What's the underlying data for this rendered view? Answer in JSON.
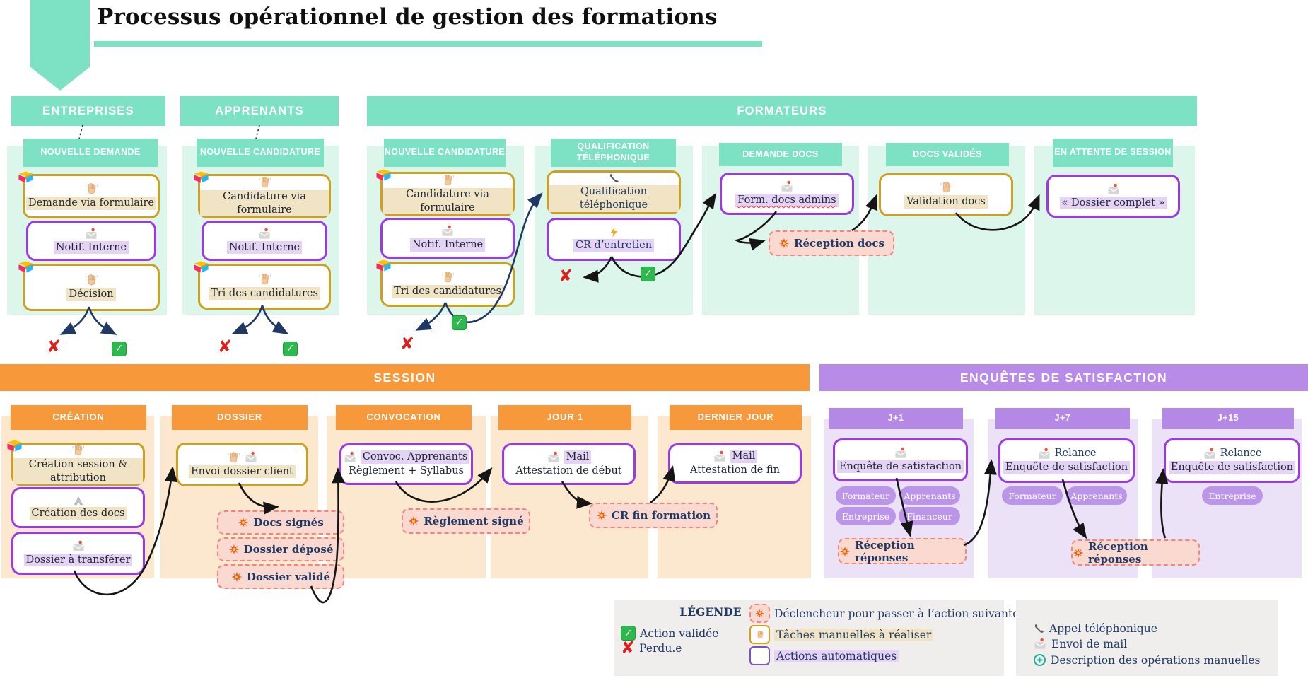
{
  "title": "Processus opérationnel de gestion des formations",
  "bands": {
    "session": "SESSION",
    "satisfaction": "ENQUÊTES DE SATISFACTION"
  },
  "groups": [
    {
      "label": "ENTREPRISES"
    },
    {
      "label": "APPRENANTS"
    },
    {
      "label": "FORMATEURS"
    }
  ],
  "columns": [
    {
      "header": "NOUVELLE DEMANDE",
      "boxes": [
        {
          "style": "manual",
          "corner": "airtable",
          "top_icons": [
            "hand"
          ],
          "lines": [
            {
              "text": "Demande via formulaire",
              "hl": "tan"
            }
          ]
        },
        {
          "style": "auto",
          "top_icons": [
            "mail"
          ],
          "lines": [
            {
              "text": "Notif. Interne",
              "hl": "lav"
            }
          ]
        },
        {
          "style": "manual",
          "corner": "airtable",
          "top_icons": [
            "hand"
          ],
          "lines": [
            {
              "text": "Décision",
              "hl": "tan"
            }
          ]
        }
      ]
    },
    {
      "header": "NOUVELLE CANDIDATURE",
      "boxes": [
        {
          "style": "manual",
          "corner": "airtable",
          "top_icons": [
            "hand"
          ],
          "lines": [
            {
              "text": "Candidature via formulaire",
              "hl": "tan"
            }
          ]
        },
        {
          "style": "auto",
          "top_icons": [
            "mail"
          ],
          "lines": [
            {
              "text": "Notif. Interne",
              "hl": "lav"
            }
          ]
        },
        {
          "style": "manual",
          "corner": "airtable",
          "top_icons": [
            "hand"
          ],
          "lines": [
            {
              "text": "Tri des candidatures",
              "hl": "tan"
            }
          ]
        }
      ]
    },
    {
      "header": "NOUVELLE CANDIDATURE",
      "boxes": [
        {
          "style": "manual",
          "corner": "airtable",
          "top_icons": [
            "hand"
          ],
          "lines": [
            {
              "text": "Candidature via formulaire",
              "hl": "tan"
            }
          ]
        },
        {
          "style": "auto",
          "top_icons": [
            "mail"
          ],
          "lines": [
            {
              "text": "Notif. Interne",
              "hl": "lav"
            }
          ]
        },
        {
          "style": "manual",
          "corner": "airtable",
          "top_icons": [
            "hand"
          ],
          "lines": [
            {
              "text": "Tri des candidatures",
              "hl": "tan"
            }
          ]
        }
      ]
    },
    {
      "header": "QUALIFICATION TÉLÉPHONIQUE",
      "boxes": [
        {
          "style": "manual",
          "top_icons": [
            "phone"
          ],
          "lines": [
            {
              "text": "Qualification téléphonique",
              "hl": "tan",
              "navy": true
            }
          ]
        },
        {
          "style": "auto",
          "top_icons": [
            "bolt"
          ],
          "lines": [
            {
              "text": "CR d’entretien",
              "hl": "lav",
              "navy": true
            }
          ]
        }
      ]
    },
    {
      "header": "DEMANDE DOCS",
      "boxes": [
        {
          "style": "auto",
          "top_icons": [
            "mail"
          ],
          "lines": [
            {
              "text": "Form. docs admins",
              "hl": "lav",
              "squiggle": true
            }
          ]
        }
      ]
    },
    {
      "header": "DOCS VALIDÉS",
      "boxes": [
        {
          "style": "manual",
          "top_icons": [
            "hand"
          ],
          "lines": [
            {
              "text": "Validation docs",
              "hl": "tan"
            }
          ]
        }
      ]
    },
    {
      "header": "EN ATTENTE DE SESSION",
      "boxes": [
        {
          "style": "auto",
          "top_icons": [
            "mail"
          ],
          "lines": [
            {
              "text": "« Dossier complet »",
              "hl": "lav"
            }
          ]
        }
      ]
    }
  ],
  "session_columns": [
    {
      "header": "CRÉATION",
      "boxes": [
        {
          "style": "manual",
          "corner": "airtable",
          "top_icons": [
            "hand"
          ],
          "lines": [
            {
              "text": "Création session & attribution",
              "hl": "tan"
            }
          ]
        },
        {
          "style": "auto",
          "top_icons": [
            "clip"
          ],
          "lines": [
            {
              "text": "Création des docs",
              "hl": "tan"
            }
          ]
        },
        {
          "style": "auto",
          "top_icons": [
            "mail"
          ],
          "lines": [
            {
              "text": "Dossier à transférer",
              "hl": "lav"
            }
          ]
        }
      ]
    },
    {
      "header": "DOSSIER",
      "boxes": [
        {
          "style": "manual",
          "top_icons": [
            "hand",
            "mail"
          ],
          "lines": [
            {
              "text": "Envoi dossier client",
              "hl": "tan"
            }
          ]
        }
      ]
    },
    {
      "header": "CONVOCATION",
      "boxes": [
        {
          "style": "auto",
          "lines": [
            {
              "icon": "mail",
              "text": "Convoc. Apprenants",
              "hl": "lav"
            },
            {
              "text": "Règlement + Syllabus"
            }
          ]
        }
      ]
    },
    {
      "header": "JOUR 1",
      "boxes": [
        {
          "style": "auto",
          "lines": [
            {
              "icon": "mail",
              "text": "Mail",
              "hl": "lav"
            },
            {
              "text": "Attestation de début"
            }
          ]
        }
      ]
    },
    {
      "header": "DERNIER JOUR",
      "boxes": [
        {
          "style": "auto",
          "lines": [
            {
              "icon": "mail",
              "text": "Mail",
              "hl": "lav"
            },
            {
              "text": "Attestation de fin"
            }
          ]
        }
      ]
    }
  ],
  "satisfaction_columns": [
    {
      "header": "J+1",
      "boxes": [
        {
          "style": "auto",
          "top_icons": [
            "mail"
          ],
          "lines": [
            {
              "text": "Enquête de satisfaction",
              "hl": "lav"
            }
          ]
        }
      ],
      "pills": [
        "Formateur",
        "Apprenants",
        "Entreprise",
        "Financeur"
      ]
    },
    {
      "header": "J+7",
      "boxes": [
        {
          "style": "auto",
          "lines": [
            {
              "icon": "mail",
              "text": "Relance",
              "navy": true
            },
            {
              "text": "Enquête de satisfaction",
              "hl": "lav"
            }
          ]
        }
      ],
      "pills": [
        "Formateur",
        "Apprenants"
      ]
    },
    {
      "header": "J+15",
      "boxes": [
        {
          "style": "auto",
          "lines": [
            {
              "icon": "mail",
              "text": "Relance",
              "navy": true
            },
            {
              "text": "Enquête de satisfaction",
              "hl": "lav"
            }
          ]
        }
      ],
      "pills": [
        "Entreprise"
      ]
    }
  ],
  "triggers": [
    "Réception docs",
    "Docs signés",
    "Dossier déposé",
    "Dossier validé",
    "Règlement signé",
    "CR fin formation",
    "Réception réponses",
    "Réception réponses"
  ],
  "legend": {
    "title": "LÉGENDE",
    "validated": "Action validée",
    "lost": "Perdu.e",
    "trigger": "Déclencheur pour passer à l’action suivante",
    "manual": "Tâches manuelles à réaliser",
    "auto": "Actions automatiques",
    "phone": "Appel téléphonique",
    "mail": "Envoi de mail",
    "plus": "Description des opérations manuelles"
  },
  "colors": {
    "mint": "#7de2c4",
    "mint_panel": "#dcf6ec",
    "orange": "#f7993b",
    "orange_panel": "#fbe8ce",
    "purple_band": "#b88be6",
    "purple_panel": "#ece2f7",
    "gold_border": "#cda021",
    "purple_border": "#9c39e6",
    "trigger_border": "#f2857c",
    "trigger_fill": "#fad9d0",
    "highlight_tan": "#f0e4c5",
    "highlight_lavender": "#e5d3f6",
    "navy": "#1f3864",
    "pill": "#bb96e8"
  }
}
